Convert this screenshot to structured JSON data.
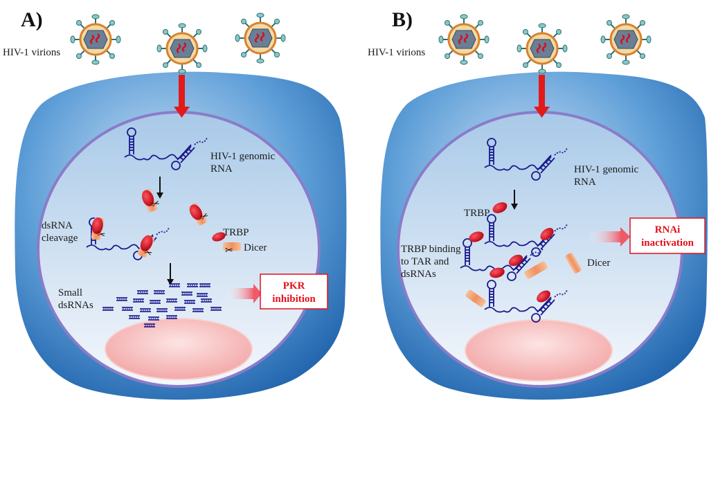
{
  "panel_a": {
    "letter": "A)",
    "virions_label": "HIV-1 virions",
    "genomic_rna_label": [
      "HIV-1 genomic",
      "RNA"
    ],
    "dsrna_cleavage_label": [
      "dsRNA",
      "cleavage"
    ],
    "trbp_label": "TRBP",
    "dicer_label": "Dicer",
    "small_dsrnas_label": [
      "Small",
      "dsRNAs"
    ],
    "outcome_label": [
      "PKR",
      "inhibition"
    ]
  },
  "panel_b": {
    "letter": "B)",
    "virions_label": "HIV-1 virions",
    "genomic_rna_label": [
      "HIV-1 genomic",
      "RNA"
    ],
    "trbp_label": "TRBP",
    "trbp_binding_label": [
      "TRBP binding",
      "to TAR and",
      "dsRNAs"
    ],
    "dicer_label": "Dicer",
    "outcome_label": [
      "RNAi",
      "inactivation"
    ]
  },
  "colors": {
    "cell_outer": "#1f6fc0",
    "cell_inner": "#bcd6ee",
    "nucleus": "#f5b6b6",
    "rna": "#1a1a8c",
    "trbp": "#cc1020",
    "dicer": "#f4a070",
    "arrow_red": "#e31a1a",
    "outcome_red": "#e3101a",
    "virion_capsid": "#d98a3a"
  }
}
